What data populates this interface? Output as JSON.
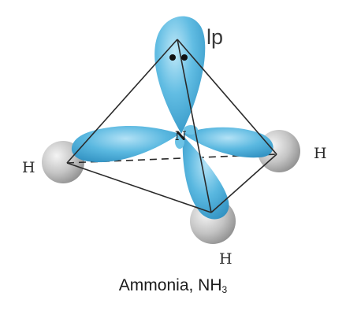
{
  "labels": {
    "lone_pair": "lp",
    "center_atom": "N",
    "h_left": "H",
    "h_right": "H",
    "h_bottom": "H"
  },
  "caption": {
    "name": "Ammonia, ",
    "formula_main": "NH",
    "formula_sub": "3"
  },
  "colors": {
    "orbital": "#4fb0dc",
    "orbital_highlight": "#aee0f5",
    "hydrogen": "#b5b5b5",
    "edge": "#2a2a2a"
  }
}
